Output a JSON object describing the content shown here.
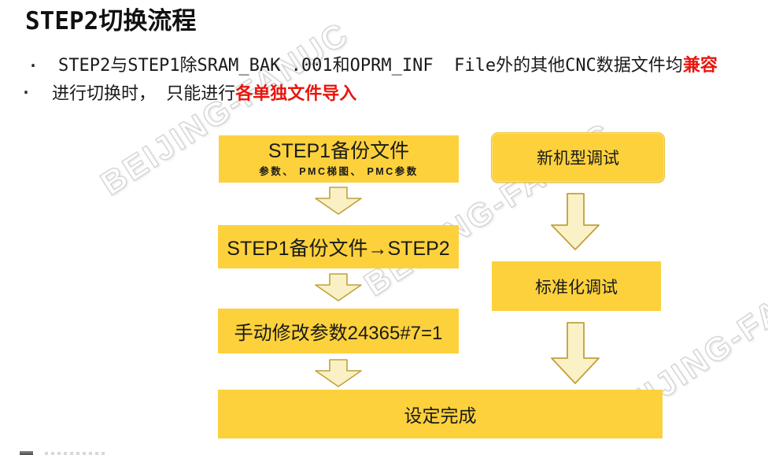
{
  "slide": {
    "title": "STEP2切换流程",
    "bullets": {
      "b1": {
        "marker": ".",
        "normal": "STEP2与STEP1除SRAM_BAK .001和OPRM_INF  File外的其他CNC数据文件均",
        "highlight": "兼容"
      },
      "b2": {
        "marker": ".",
        "normal": "进行切换时， 只能进行",
        "highlight": "各单独文件导入"
      }
    }
  },
  "flowchart": {
    "left_column": {
      "box1": {
        "title": "STEP1备份文件",
        "subtitle": "参数、 PMC梯图、 PMC参数"
      },
      "box2": {
        "title": "STEP1备份文件→STEP2"
      },
      "box3": {
        "title": "手动修改参数24365#7=1"
      }
    },
    "right_column": {
      "box5": {
        "title": "新机型调试"
      },
      "box6": {
        "title": "标准化调试"
      }
    },
    "bottom": {
      "box4": {
        "title": "设定完成"
      }
    },
    "connector": "down-arrow"
  },
  "watermark": {
    "text": "BEIJING-FANUC",
    "repeats": 3
  },
  "colors": {
    "box_yellow": "#fcd13c",
    "highlight_red": "#e8150d",
    "arrow_fill": "#faf0c5",
    "arrow_stroke": "#bfa13c",
    "watermark_outline": "#d6d6d6",
    "text": "#1a1a1a",
    "background": "#ffffff"
  }
}
